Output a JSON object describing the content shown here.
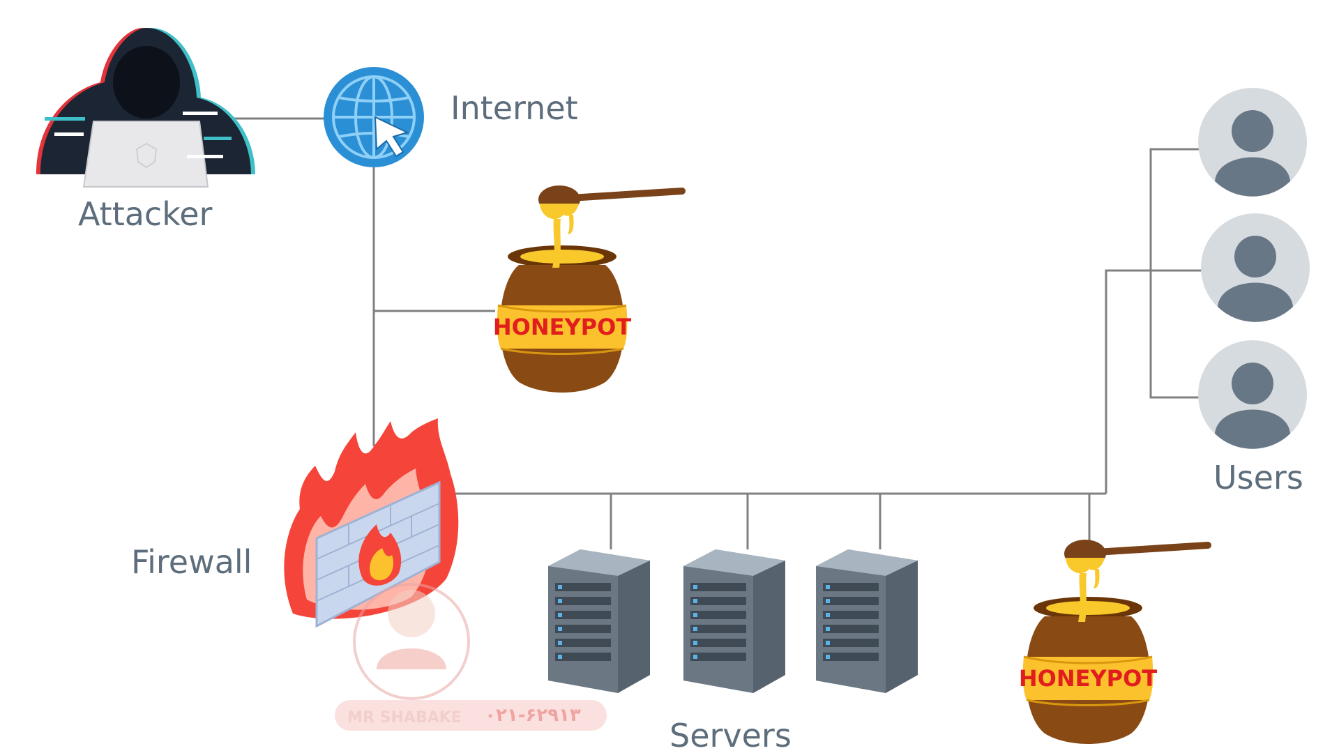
{
  "nodes": {
    "attacker": {
      "label": "Attacker"
    },
    "internet": {
      "label": "Internet"
    },
    "firewall": {
      "label": "Firewall"
    },
    "servers": {
      "label": "Servers"
    },
    "users": {
      "label": "Users"
    },
    "honeypot_top": {
      "label": "HONEYPOT"
    },
    "honeypot_bottom": {
      "label": "HONEYPOT"
    }
  },
  "watermark": {
    "brand": "MR SHABAKE",
    "phone": "۰۲۱-۶۲۹۱۳"
  },
  "colors": {
    "line": "#808080",
    "label": "#5d6d7c",
    "globe": "#2b8fd6",
    "honeypot_band": "#fcc22d",
    "honeypot_jar": "#8a4a14",
    "honey": "#f9c82a",
    "server_body": "#6b7884",
    "user_bg": "#d6dbe0",
    "user_figure": "#687786",
    "flame": "#f5453a",
    "wall": "#c9d7ee"
  },
  "icons": {
    "attacker": "hooded-hacker-icon",
    "internet": "globe-cursor-icon",
    "firewall": "burning-wall-icon",
    "server": "server-rack-icon",
    "user": "user-avatar-icon",
    "honeypot": "honey-pot-icon"
  }
}
